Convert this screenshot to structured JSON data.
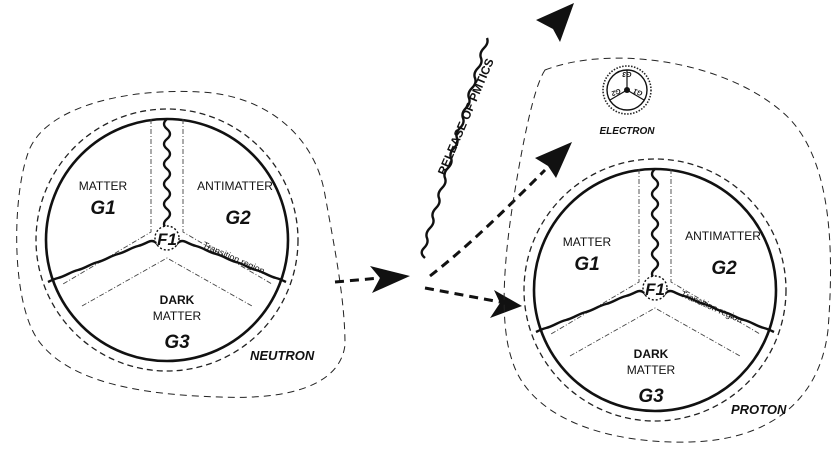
{
  "neutron": {
    "name": "NEUTRON",
    "matter": "MATTER",
    "g1": "G1",
    "antimatter": "ANTIMATTER",
    "g2": "G2",
    "dark": "DARK",
    "dark_matter": "MATTER",
    "g3": "G3",
    "f1": "F1",
    "transition": "Transition region"
  },
  "proton": {
    "name": "PROTON",
    "matter": "MATTER",
    "g1": "G1",
    "antimatter": "ANTIMATTER",
    "g2": "G2",
    "dark": "DARK",
    "dark_matter": "MATTER",
    "g3": "G3",
    "f1": "F1",
    "transition": "Transition region"
  },
  "electron": {
    "name": "ELECTRON",
    "g1": "G1",
    "g2": "G2",
    "g3": "G3"
  },
  "release_label": "RELEASE OF PMTICS"
}
